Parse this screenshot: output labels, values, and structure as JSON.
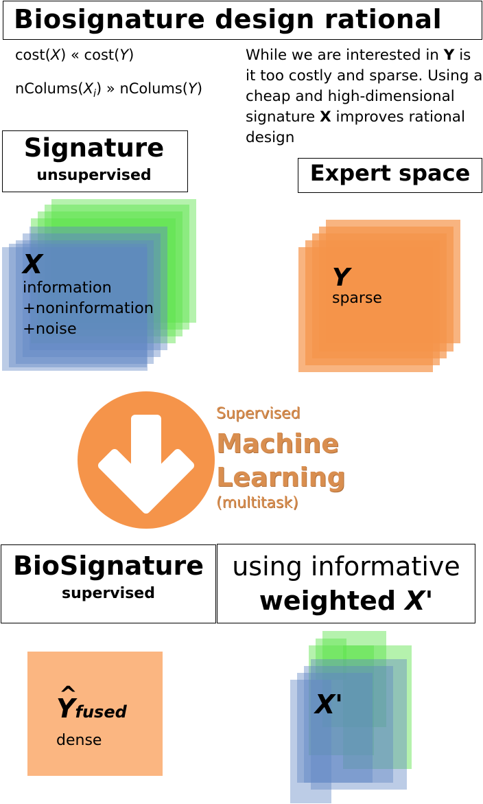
{
  "title": "Biosignature design rational",
  "formulas": {
    "cost_lhs_fn": "cost(",
    "cost_lhs_var": "X",
    "cost_op": ") « cost(",
    "cost_rhs_var": "Y",
    "cost_end": ")",
    "ncol_fn": "nColums(",
    "ncol_var": "X",
    "ncol_sub": "i",
    "ncol_op": ") » nColums(",
    "ncol_rhs_var": "Y",
    "ncol_end": ")"
  },
  "explanation": {
    "part1": "While we are interested in ",
    "bold1": "Y",
    "part2": " is it too costly and sparse. Using a cheap and high-dimensional signature ",
    "bold2": "X",
    "part3": " improves rational design"
  },
  "signature": {
    "title": "Signature",
    "subtitle": "unsupervised"
  },
  "expert": {
    "title": "Expert space"
  },
  "x_stack": {
    "label": "X",
    "lines": [
      "information",
      "+noninformation",
      "+noise"
    ]
  },
  "y_stack": {
    "label": "Y",
    "desc": "sparse"
  },
  "ml": {
    "top": "Supervised",
    "line1": "Machine",
    "line2": "Learning",
    "bottom": "(multitask)",
    "circle_color": "#f5944a"
  },
  "biosignature": {
    "title": "BioSignature",
    "subtitle": "supervised"
  },
  "using": {
    "line1": "using informative",
    "line2_bold": "weighted ",
    "line2_var": "X",
    "line2_prime": "'"
  },
  "yhat": {
    "label": "Y",
    "hat": "^",
    "sub": "fused",
    "desc": "dense"
  },
  "xprime": {
    "label": "X'"
  },
  "colors": {
    "green": "#5be34a",
    "blue": "#5f86c4",
    "orange": "#f5944a",
    "light_orange": "#fbb681"
  }
}
